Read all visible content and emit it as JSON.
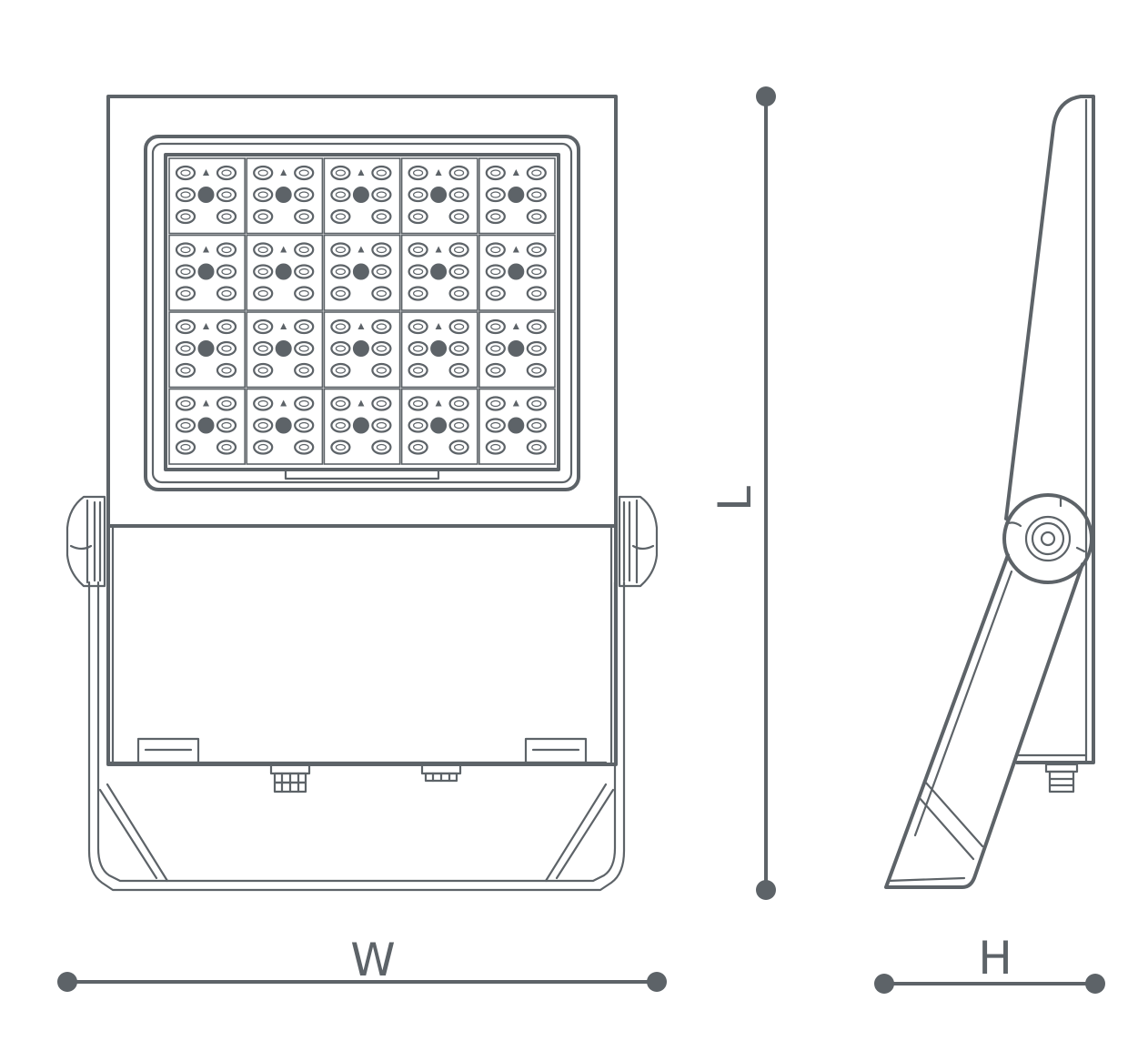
{
  "diagram": {
    "line_color": "#5d6368",
    "background": "#ffffff",
    "dimensions": {
      "width_label": "W",
      "length_label": "L",
      "height_label": "H"
    },
    "led_modules": {
      "rows": 4,
      "cols": 5
    }
  }
}
